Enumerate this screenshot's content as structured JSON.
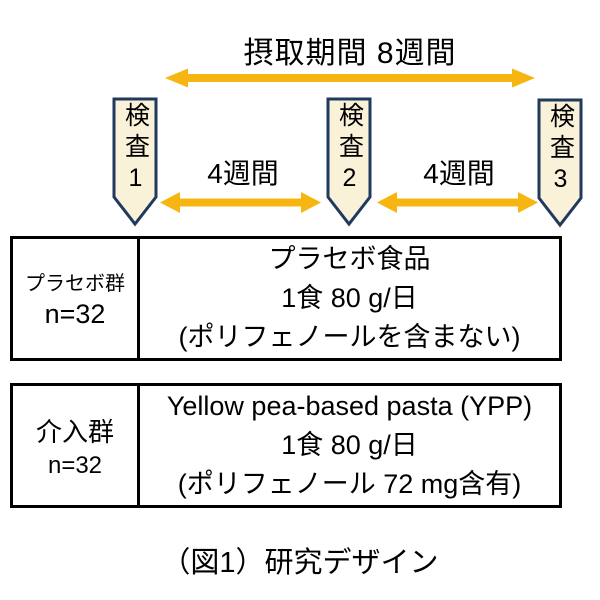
{
  "colors": {
    "arrow": "#F7B512",
    "banner_fill": "#FAF1D9",
    "banner_border": "#20395E",
    "box_border": "#000000",
    "text": "#000000",
    "background": "#FFFFFF"
  },
  "timeline": {
    "intake_period_label": "摂取期間 8週間",
    "interval_labels": [
      "4週間",
      "4週間"
    ],
    "checkpoints": [
      {
        "label": "検査1"
      },
      {
        "label": "検査2"
      },
      {
        "label": "検査3"
      }
    ]
  },
  "groups": [
    {
      "name": "プラセボ群",
      "n": "n=32",
      "lines": [
        "プラセボ食品",
        "1食 80 g/日",
        "(ポリフェノールを含まない)"
      ]
    },
    {
      "name": "介入群",
      "n": "n=32",
      "lines": [
        "Yellow pea-based pasta (YPP)",
        "1食 80 g/日",
        "(ポリフェノール 72 mg含有)"
      ]
    }
  ],
  "caption": "（図1）研究デザイン"
}
